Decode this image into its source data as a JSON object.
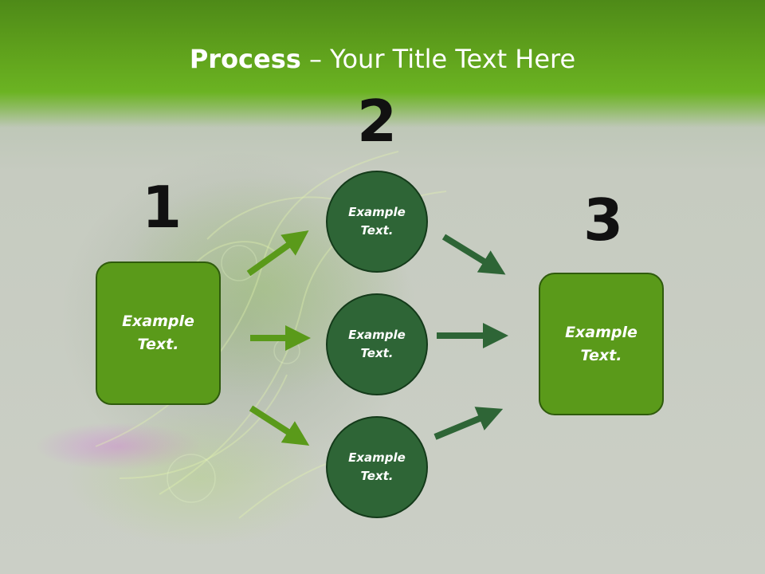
{
  "slide": {
    "title_bold": "Process",
    "title_rest": " – Your Title Text Here"
  },
  "steps": {
    "one": {
      "number": "1",
      "text_line1": "Example",
      "text_line2": "Text."
    },
    "two": {
      "number": "2"
    },
    "three": {
      "number": "3",
      "text_line1": "Example",
      "text_line2": "Text."
    }
  },
  "circles": [
    {
      "text_line1": "Example",
      "text_line2": "Text."
    },
    {
      "text_line1": "Example",
      "text_line2": "Text."
    },
    {
      "text_line1": "Example",
      "text_line2": "Text."
    }
  ],
  "colors": {
    "header_green": "#6bb322",
    "box_green": "#5a9a1a",
    "circle_green": "#2e6536",
    "arrow_light": "#5a9a1a",
    "arrow_dark": "#2e6536"
  }
}
